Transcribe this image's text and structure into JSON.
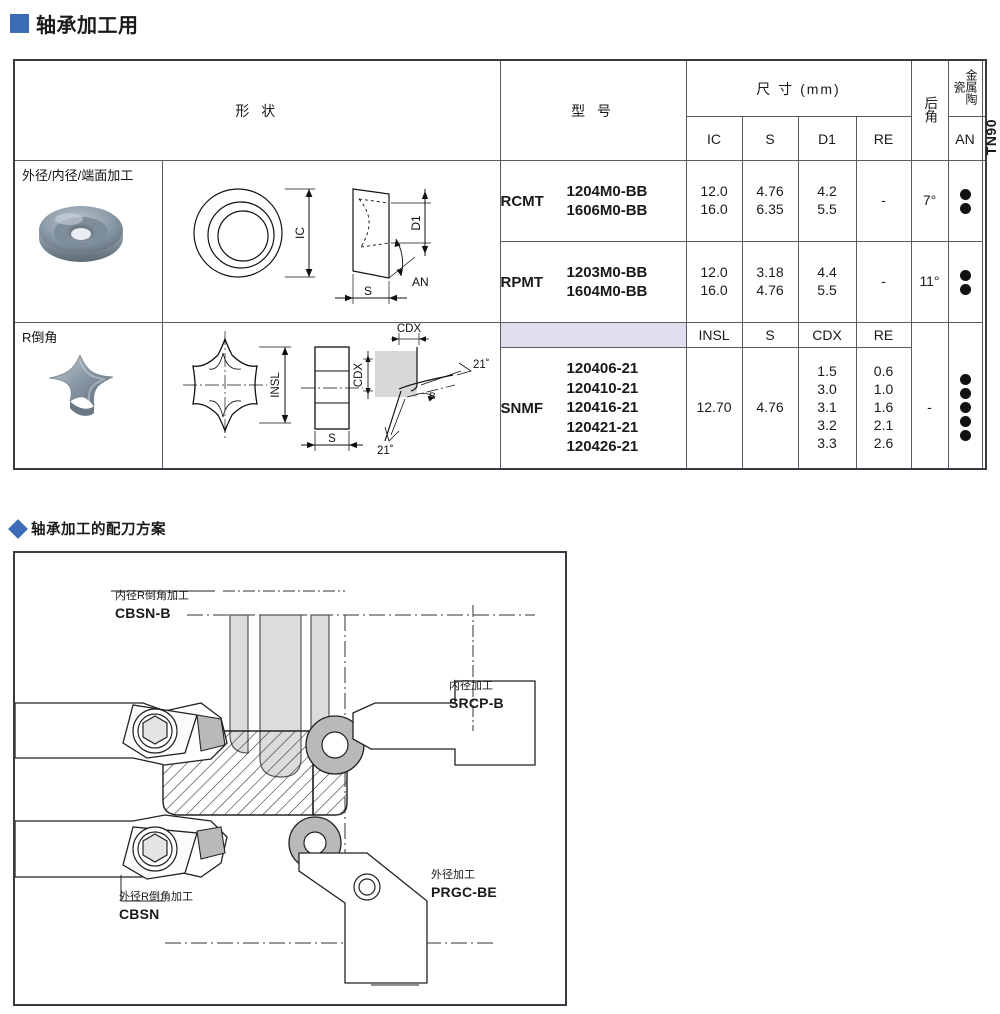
{
  "headings": {
    "main": "轴承加工用",
    "sub": "轴承加工的配刀方案"
  },
  "table": {
    "headers": {
      "shape": "形  状",
      "model": "型  号",
      "dimension_group": "尺  寸 (mm)",
      "clearance_angle": "后角",
      "material_label": "金属陶瓷",
      "grade": "TN90",
      "cols_a": [
        "IC",
        "S",
        "D1",
        "RE",
        "AN"
      ],
      "cols_b": [
        "INSL",
        "S",
        "CDX",
        "RE"
      ]
    },
    "rows": [
      {
        "application": "外径/内径/端面加工",
        "drawing_labels": [
          "IC",
          "S",
          "D1",
          "AN"
        ],
        "groups": [
          {
            "prefix": "RCMT",
            "numbers": [
              "1204M0-BB",
              "1606M0-BB"
            ],
            "IC": [
              "12.0",
              "16.0"
            ],
            "S": [
              "4.76",
              "6.35"
            ],
            "D1": [
              "4.2",
              "5.5"
            ],
            "RE": "-",
            "AN": "7°",
            "dots": 2
          },
          {
            "prefix": "RPMT",
            "numbers": [
              "1203M0-BB",
              "1604M0-BB"
            ],
            "IC": [
              "12.0",
              "16.0"
            ],
            "S": [
              "3.18",
              "4.76"
            ],
            "D1": [
              "4.4",
              "5.5"
            ],
            "RE": "-",
            "AN": "11°",
            "dots": 2
          }
        ]
      },
      {
        "application": "R倒角",
        "drawing_labels": [
          "INSL",
          "S",
          "CDX",
          "CDX",
          "21°",
          "21°"
        ],
        "groups": [
          {
            "prefix": "SNMF",
            "numbers": [
              "120406-21",
              "120410-21",
              "120416-21",
              "120421-21",
              "120426-21"
            ],
            "INSL": "12.70",
            "S": "4.76",
            "CDX": [
              "1.5",
              "3.0",
              "3.1",
              "3.2",
              "3.3"
            ],
            "RE": [
              "0.6",
              "1.0",
              "1.6",
              "2.1",
              "2.6"
            ],
            "AN": "-",
            "dots": 5
          }
        ]
      }
    ]
  },
  "diagram": {
    "labels": [
      {
        "caption": "内径R倒角加工",
        "code": "CBSN-B"
      },
      {
        "caption": "内径加工",
        "code": "SRCP-B"
      },
      {
        "caption": "外径R倒角加工",
        "code": "CBSN"
      },
      {
        "caption": "外径加工",
        "code": "PRGC-BE"
      }
    ]
  },
  "colors": {
    "accent_blue": "#3b6cb5",
    "header_fill": "#dedeee",
    "model_fill": "#c7c7e4",
    "grade_fill": "#9fdcf4",
    "border": "#3a3a42"
  }
}
